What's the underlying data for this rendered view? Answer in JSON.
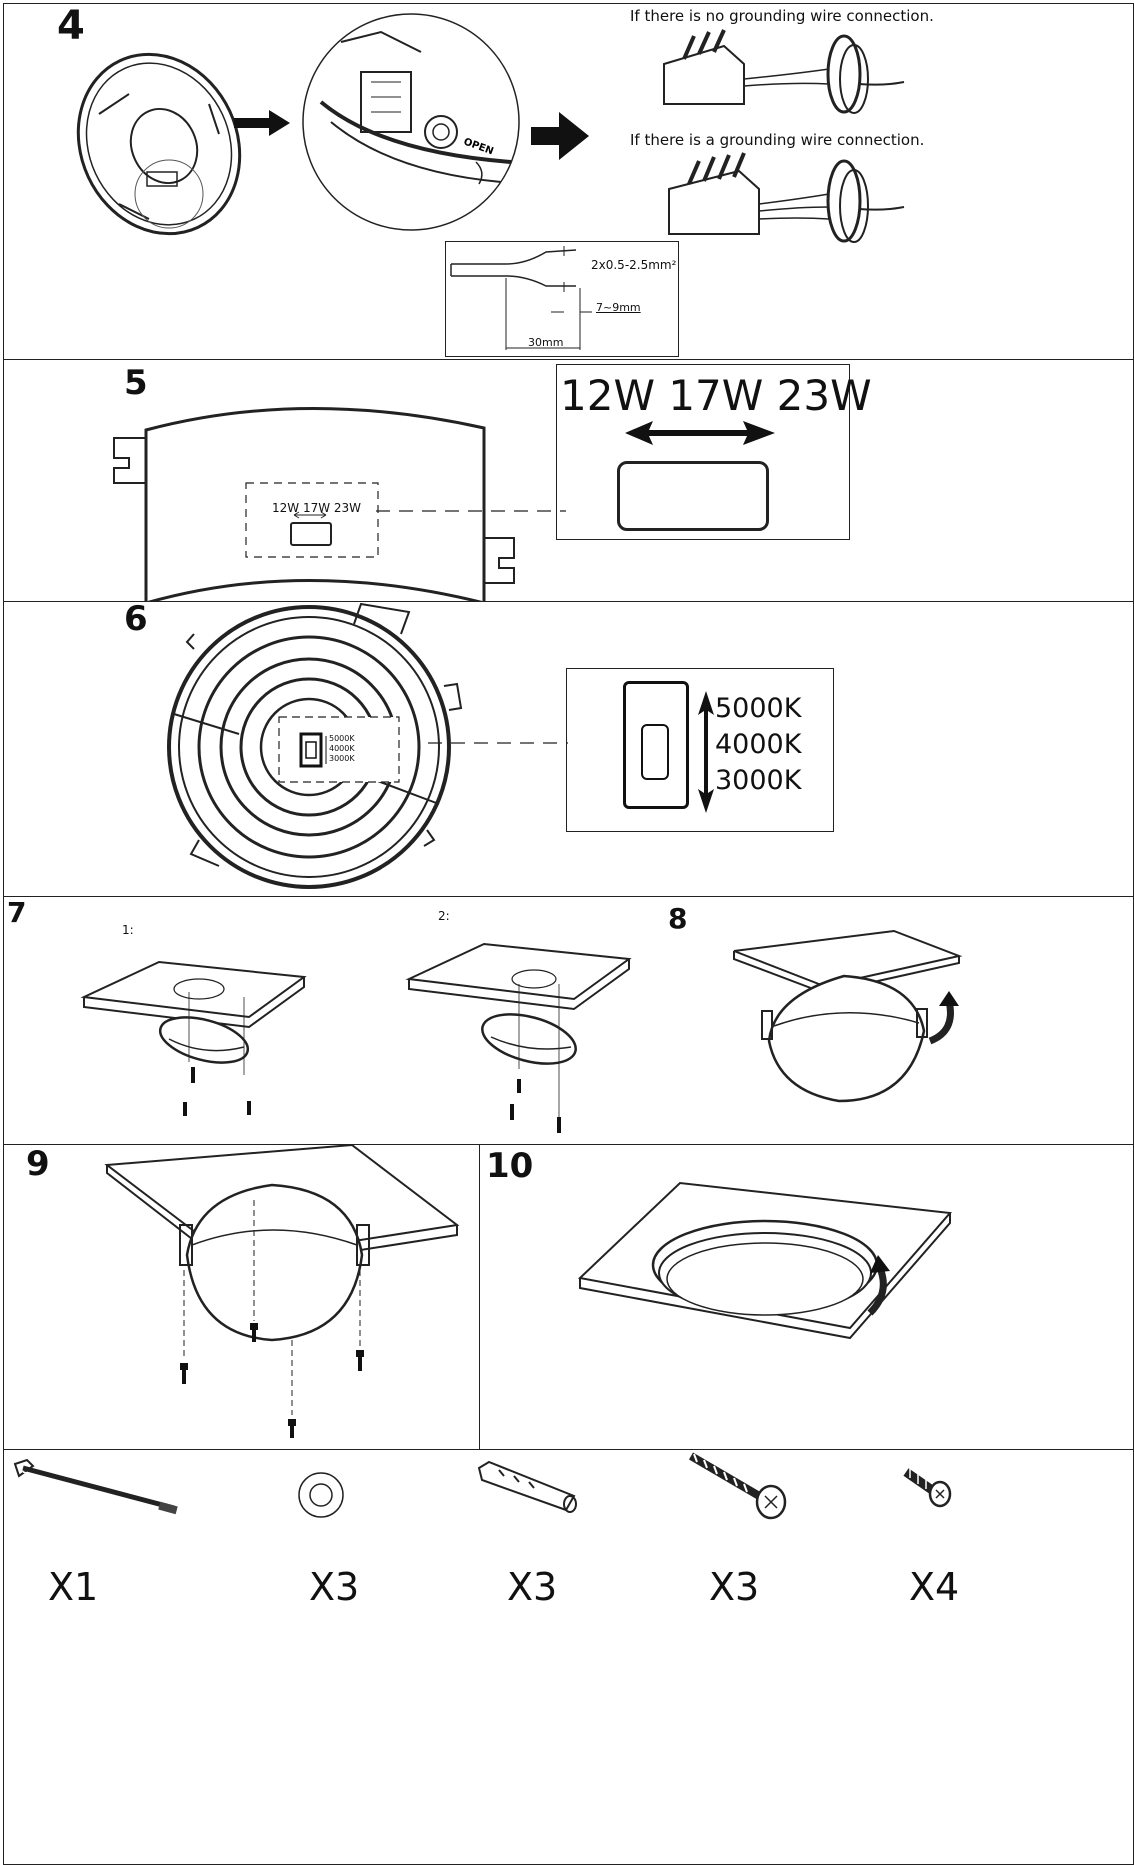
{
  "step4": {
    "number": "4",
    "no_ground_caption": "If there is no grounding wire connection.",
    "ground_caption": "If there is a grounding wire connection.",
    "open_label": "OPEN",
    "wire_spec": "2x0.5-2.5mm²",
    "strip_length": "7~9mm",
    "sheath_length": "30mm"
  },
  "step5": {
    "number": "5",
    "small_label": "12W 17W 23W",
    "zoom_label": "12W 17W 23W"
  },
  "step6": {
    "number": "6",
    "temps_small": [
      "5000K",
      "4000K",
      "3000K"
    ],
    "temps_zoom": [
      "5000K",
      "4000K",
      "3000K"
    ]
  },
  "step7": {
    "number": "7",
    "sub1": "1:",
    "sub2": "2:"
  },
  "step8": {
    "number": "8"
  },
  "step9": {
    "number": "9"
  },
  "step10": {
    "number": "10"
  },
  "parts": [
    {
      "icon": "hex-key-icon",
      "qty": "X1"
    },
    {
      "icon": "washer-icon",
      "qty": "X3"
    },
    {
      "icon": "wall-plug-icon",
      "qty": "X3"
    },
    {
      "icon": "wood-screw-icon",
      "qty": "X3"
    },
    {
      "icon": "machine-screw-icon",
      "qty": "X4"
    }
  ]
}
